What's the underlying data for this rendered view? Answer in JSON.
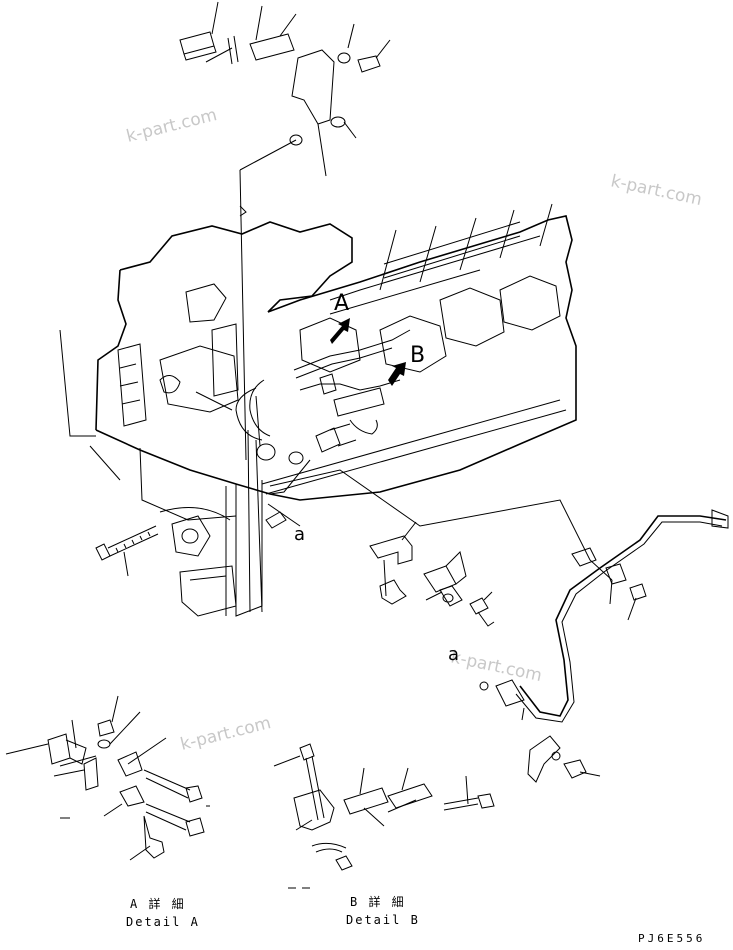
{
  "watermarks": [
    "k-part.com",
    "k-part.com",
    "k-part.com",
    "k-part.com"
  ],
  "labels": {
    "view_a": "A",
    "view_b": "B",
    "point_a_main": "a",
    "point_a_pipe": "a"
  },
  "captions": {
    "detail_a_jp": "A 詳 細",
    "detail_a_en": "Detail A",
    "detail_b_jp": "B 詳 細",
    "detail_b_en": "Detail B"
  },
  "drawing_code": "PJ6E556"
}
